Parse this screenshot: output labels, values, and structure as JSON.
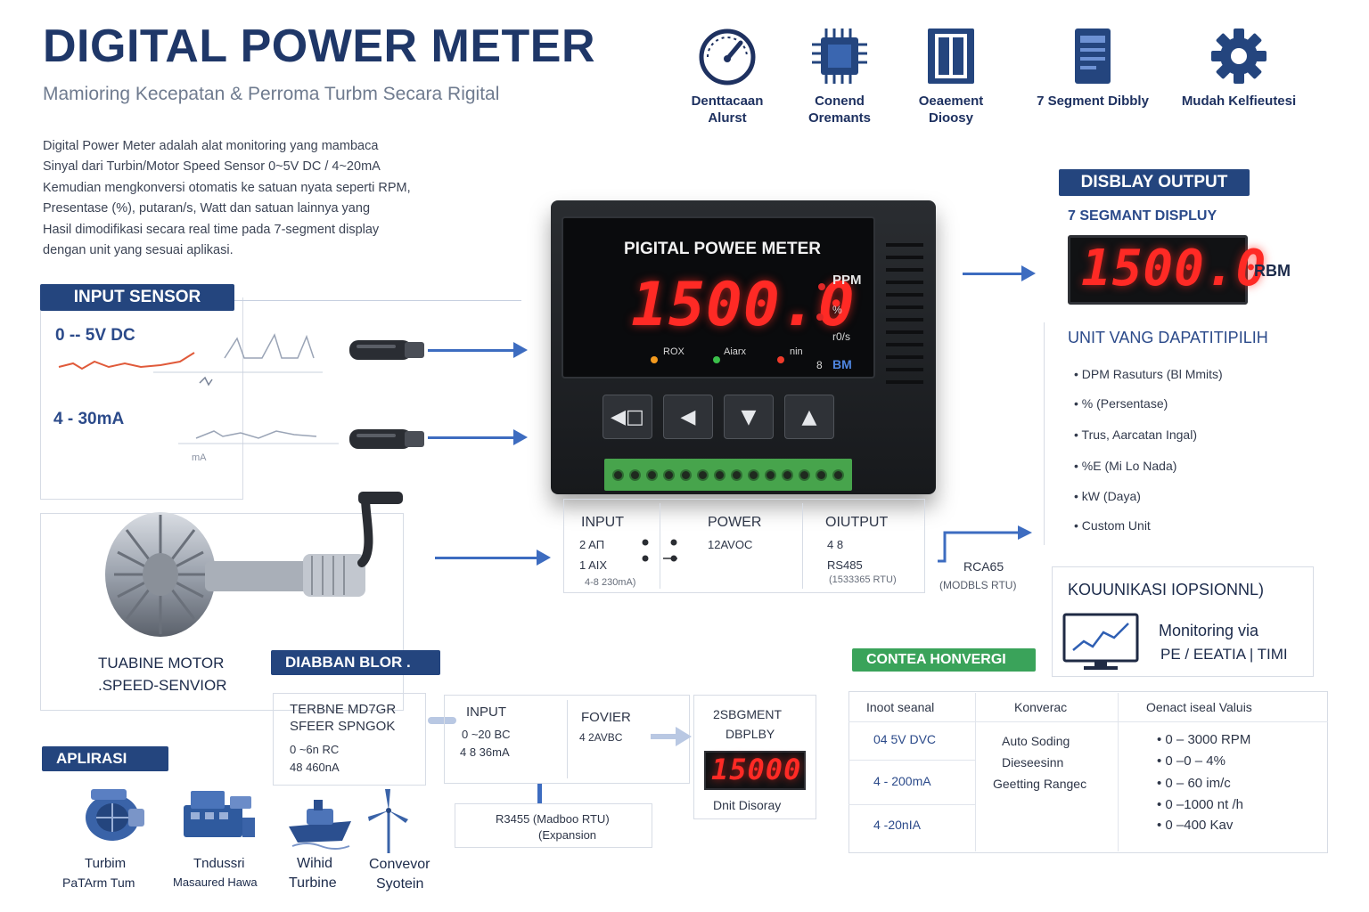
{
  "header": {
    "title": "DIGITAL POWER METER",
    "subtitle": "Mamioring Kecepatan & Perroma Turbm Secara Rigital"
  },
  "intro": [
    "Digital Power Meter adalah alat monitoring yang mambaca",
    "Sinyal dari Turbin/Motor Speed Sensor 0~5V DC / 4~20mA",
    "Kemudian mengkonversi otomatis ke satuan nyata seperti RPM,",
    "Presentase (%), putaran/s, Watt dan satuan lainnya yang",
    "Hasil dimodifikasi secara real time pada 7-segment display",
    "dengan unit yang sesuai aplikasi."
  ],
  "features": [
    {
      "icon": "gauge-icon",
      "label1": "Denttacaan",
      "label2": "Alurst"
    },
    {
      "icon": "chip-icon",
      "label1": "Conend",
      "label2": "Oremants"
    },
    {
      "icon": "segment-icon",
      "label1": "Oeaement",
      "label2": "Dioosy"
    },
    {
      "icon": "display-icon",
      "label1": "7 Segment Dibbly",
      "label2": ""
    },
    {
      "icon": "gear-icon",
      "label1": "Mudah Kelfieutesi",
      "label2": ""
    }
  ],
  "input_sensor": {
    "badge": "INPUT SENSOR",
    "voltage": "0 -- 5V DC",
    "current": "4 -  30mA",
    "current_sub": "mA"
  },
  "turbine": {
    "line1": "TUABINE MOTOR",
    "line2": ".SPEED-SENVIOR"
  },
  "meter": {
    "panel_title": "PIGITAL POWEE METER",
    "reading": "1500.0",
    "unit_ppm": "PPM",
    "unit_pct": "%",
    "unit_rs": "r0/s",
    "unit_bm": "BM",
    "ind_1": "ROX",
    "ind_2": "Aiarx",
    "ind_3": "nin",
    "ind_4": "8",
    "btn_menu": "◀□",
    "btn_left": "◀",
    "btn_down": "▼",
    "btn_up": "▲"
  },
  "terminals": {
    "input_title": "INPUT",
    "input_v": "2 AΠ",
    "input_ma": "1 AΙΧ",
    "input_range": "4-8 230mA)",
    "power_title": "POWER",
    "power_val": "12AVOC",
    "output_title": "OIUTPUT",
    "output_v": "4  8",
    "output_rs": "RS485",
    "output_mod": "(1533365 RTU)"
  },
  "display_output": {
    "badge": "DISBLAY OUTPUT",
    "heading": "7 SEGMANT DISPLUY",
    "reading": "1500.0",
    "unit": "RBM"
  },
  "units": {
    "heading": "UNIT VANG DAPATITIPILIH",
    "items": [
      "DPM  Rasuturs (Bl Mmits)",
      "% (Persentase)",
      "Trus, Aarcatan Ingal)",
      "%E (Mi Lo Nada)",
      "kW (Daya)",
      "Custom Unit"
    ]
  },
  "rc": {
    "line1": "RCA65",
    "line2": "(MODBLS RTU)"
  },
  "komunikasi": {
    "heading": "KOUUNIKASI IOPSIONNL)",
    "line1": "Monitoring via",
    "line2": "PE / EEATIA | TIMI"
  },
  "block": {
    "badge": "DIABBAN BLOR .",
    "sensor_l1": "TERBNE MD7GR",
    "sensor_l2": "SFEER SPNGOK",
    "sensor_l3": "0 ~6n RC",
    "sensor_l4": "48 460nA",
    "input_title": "INPUT",
    "input_l1": "0 ~20 BC",
    "input_l2": "4 8 36mA",
    "power_title": "FOVIER",
    "power_l1": "4  2AVBC",
    "disp_title1": "2SBGMENT",
    "disp_title2": "DBPLBY",
    "disp_reading": "15000",
    "disp_caption": "Dnit Disoray",
    "rs_l1": "R3455 (Madboo RTU)",
    "rs_l2": "(Expansion"
  },
  "conversion": {
    "badge": "CONTEA HONVERGI",
    "col1": "Inoot seanal",
    "col2": "Konverac",
    "col3": "Oenact iseal Valuis",
    "in_rows": [
      "04 5V DVC",
      "4 - 200mA",
      "4  -20nIA"
    ],
    "conv_rows": [
      "Auto Soding",
      "Dieseesinn",
      "Geetting Rangec"
    ],
    "out_rows": [
      "0 – 3000 RPM",
      "0  –0 – 4%",
      "0  – 60 im/c",
      "0 –1000 nt /h",
      "0 –400 Kav"
    ]
  },
  "aplikasi": {
    "badge": "APLIRASI",
    "items": [
      {
        "l1": "Turbim",
        "l2": "PaTArm Tum"
      },
      {
        "l1": "Tndussri",
        "l2": "Masaured Hawa"
      },
      {
        "l1": "Wihid",
        "l2": "Turbine"
      },
      {
        "l1": "Convevor",
        "l2": "Syotein"
      }
    ]
  },
  "colors": {
    "navy": "#24457e",
    "green": "#3aa35a",
    "led_red": "#ff2a25",
    "arrow": "#3d6cc0"
  }
}
